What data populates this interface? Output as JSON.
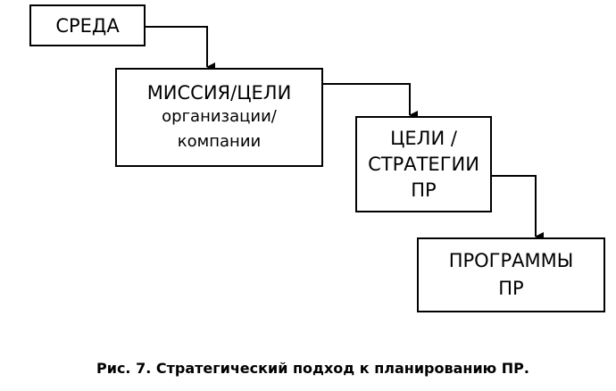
{
  "diagram": {
    "nodes": {
      "environment": {
        "lines": [
          "СРЕДА"
        ]
      },
      "mission": {
        "lines": [
          "МИССИЯ/ЦЕЛИ",
          "организации/",
          "компании"
        ]
      },
      "goals": {
        "lines": [
          "ЦЕЛИ /",
          "СТРАТЕГИИ",
          "ПР"
        ]
      },
      "programs": {
        "lines": [
          "ПРОГРАММЫ",
          "ПР"
        ]
      }
    },
    "edges": [
      {
        "from": "environment",
        "to": "mission"
      },
      {
        "from": "mission",
        "to": "goals"
      },
      {
        "from": "goals",
        "to": "programs"
      }
    ],
    "caption": "Рис. 7. Стратегический подход к планированию ПР."
  }
}
